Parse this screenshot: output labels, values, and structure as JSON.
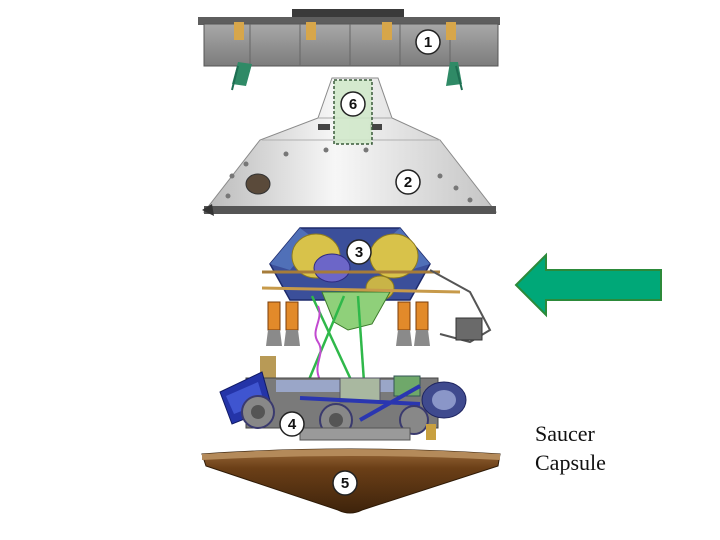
{
  "components": [
    {
      "id": "1",
      "name": "cruise-stage"
    },
    {
      "id": "2",
      "name": "backshell"
    },
    {
      "id": "3",
      "name": "descent-stage"
    },
    {
      "id": "4",
      "name": "rover"
    },
    {
      "id": "5",
      "name": "heat-shield"
    },
    {
      "id": "6",
      "name": "parachute-housing"
    }
  ],
  "caption": {
    "line1": "Saucer",
    "line2": "Capsule"
  },
  "arrow": {
    "direction": "left",
    "color": "#00a878",
    "outline": "#2c8a3a",
    "points_to": "3"
  },
  "colors": {
    "cruise_panel": "#8e8e8e",
    "backshell": "#e9e9e9",
    "heatshield": "#7a4a1e",
    "rover_body": "#6f6f6f",
    "rover_blue": "#2434a8",
    "fuel_tank": "#d8c24a"
  }
}
